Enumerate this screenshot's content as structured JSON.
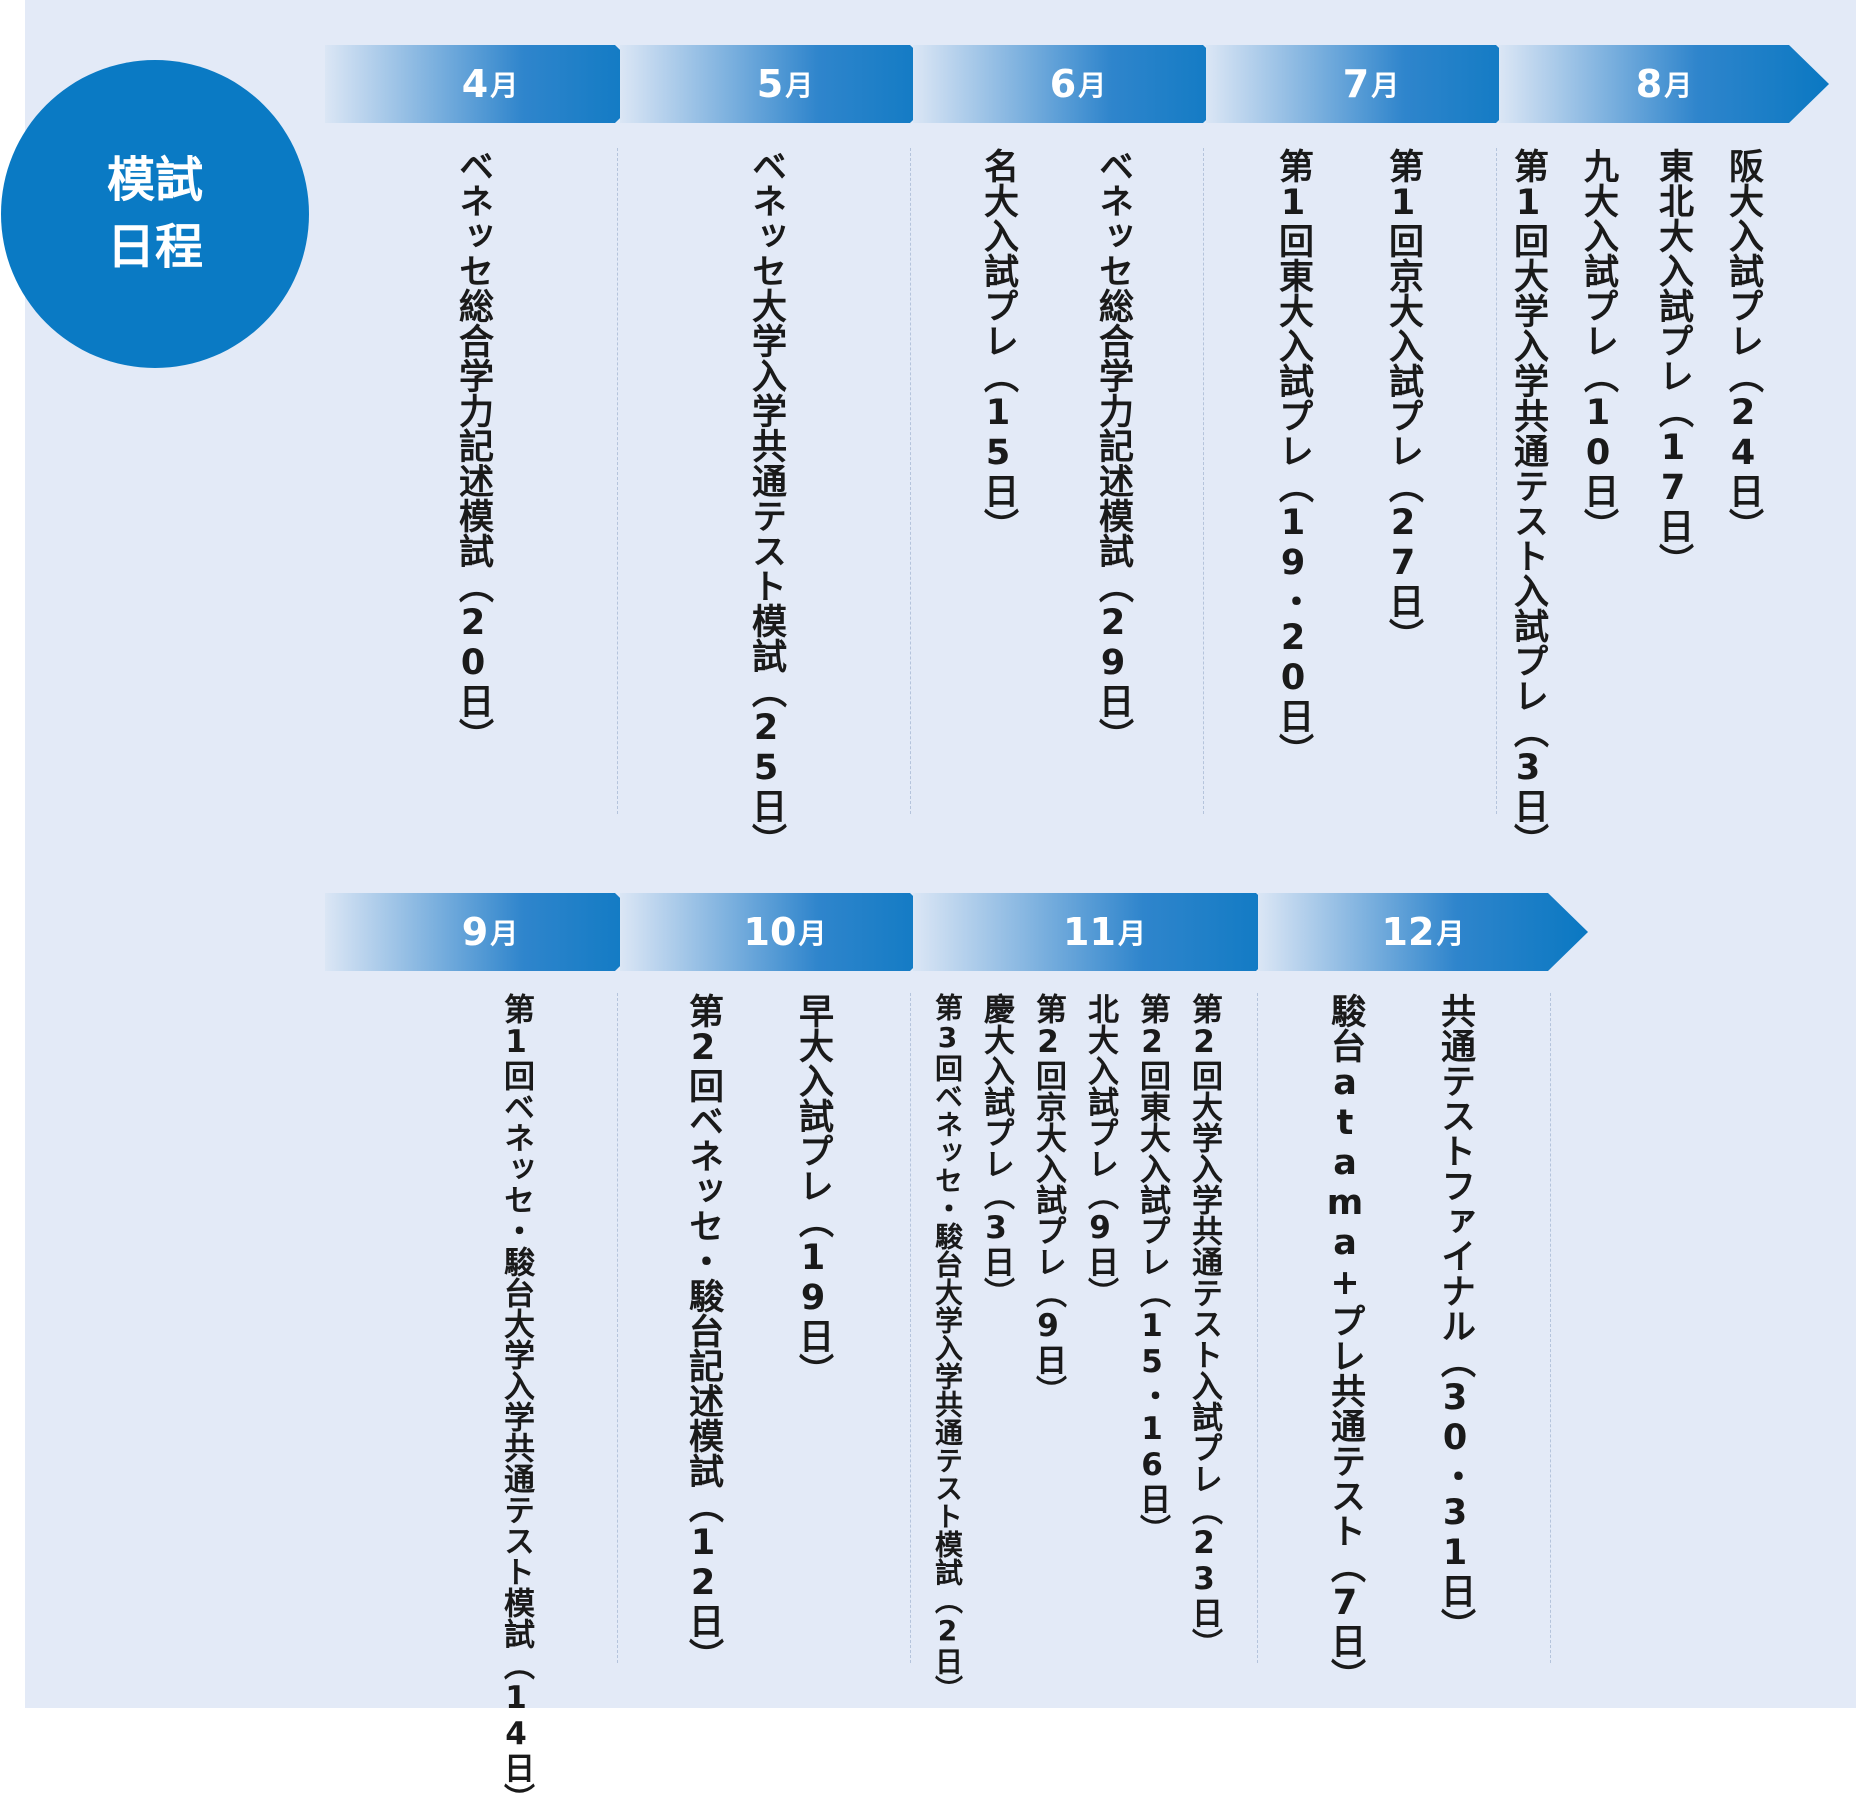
{
  "badge": {
    "line1": "模試",
    "line2": "日程"
  },
  "months": {
    "apr": {
      "num": "4",
      "unit": "月"
    },
    "may": {
      "num": "5",
      "unit": "月"
    },
    "jun": {
      "num": "6",
      "unit": "月"
    },
    "jul": {
      "num": "7",
      "unit": "月"
    },
    "aug": {
      "num": "8",
      "unit": "月"
    },
    "sep": {
      "num": "9",
      "unit": "月"
    },
    "oct": {
      "num": "10",
      "unit": "月"
    },
    "nov": {
      "num": "11",
      "unit": "月"
    },
    "dec": {
      "num": "12",
      "unit": "月"
    }
  },
  "events": {
    "apr": [
      "ベネッセ総合学力記述模試（20日）"
    ],
    "may": [
      "ベネッセ大学入学共通テスト模試（25日）"
    ],
    "jun": [
      "ベネッセ総合学力記述模試（29日）",
      "名大入試プレ（15日）"
    ],
    "jul": [
      "第1回京大入試プレ（27日）",
      "第1回東大入試プレ（19・20日）"
    ],
    "aug": [
      "阪大入試プレ（24日）",
      "東北大入試プレ（17日）",
      "九大入試プレ（10日）",
      "第1回大学入学共通テスト入試プレ（3日）"
    ],
    "sep": [
      "第1回ベネッセ・駿台大学入学共通テスト模試（14日）"
    ],
    "oct": [
      "早大入試プレ（19日）",
      "第2回ベネッセ・駿台記述模試（12日）"
    ],
    "nov": [
      "第2回大学入学共通テスト入試プレ（23日）",
      "第2回東大入試プレ（15・16日）",
      "北大入試プレ（9日）",
      "第2回京大入試プレ（9日）",
      "慶大入試プレ（3日）",
      "第3回ベネッセ・駿台大学入学共通テスト模試（2日）"
    ],
    "dec": [
      "共通テストファイナル（30・31日）",
      "駿台atama+プレ共通テスト（7日）"
    ]
  }
}
